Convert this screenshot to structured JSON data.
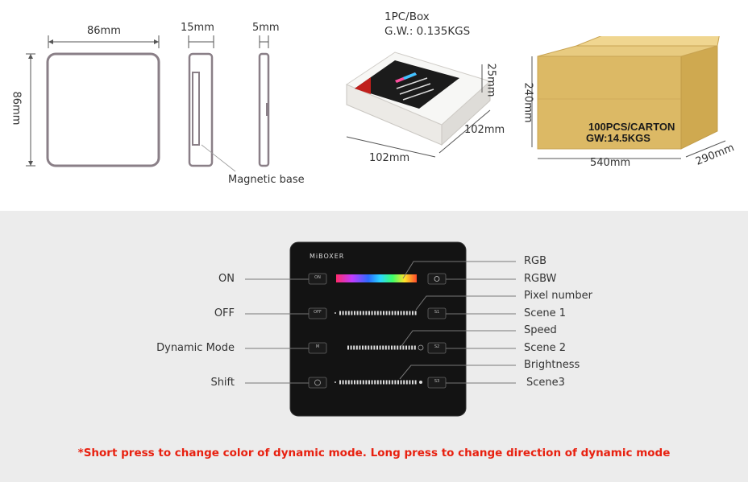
{
  "dimensions": {
    "width": "86mm",
    "height": "86mm",
    "depth_with_base": "15mm",
    "depth": "5mm",
    "magnetic_base": "Magnetic base"
  },
  "box": {
    "count": "1PC/Box",
    "weight": "G.W.: 0.135KGS",
    "width": "102mm",
    "length": "102mm",
    "height": "25mm"
  },
  "carton": {
    "count": "100PCS/CARTON",
    "weight": "GW:14.5KGS",
    "height": "240mm",
    "length": "540mm",
    "depth": "290mm"
  },
  "panel": {
    "brand": "MiBOXER",
    "left_labels": [
      "ON",
      "OFF",
      "Dynamic Mode",
      "Shift"
    ],
    "right_labels": [
      "RGB",
      "RGBW",
      "Pixel number",
      "Scene 1",
      "Speed",
      "Scene 2",
      "Brightness",
      "Scene3"
    ],
    "button_left": [
      "ON",
      "OFF",
      "M",
      ""
    ],
    "button_right": [
      "",
      "S1",
      "S2",
      "S3"
    ]
  },
  "note": "*Short press to change color of dynamic mode. Long press to change direction of dynamic mode",
  "colors": {
    "note": "#e8200f",
    "panel": "#111111",
    "carton": "#e0c26e"
  }
}
